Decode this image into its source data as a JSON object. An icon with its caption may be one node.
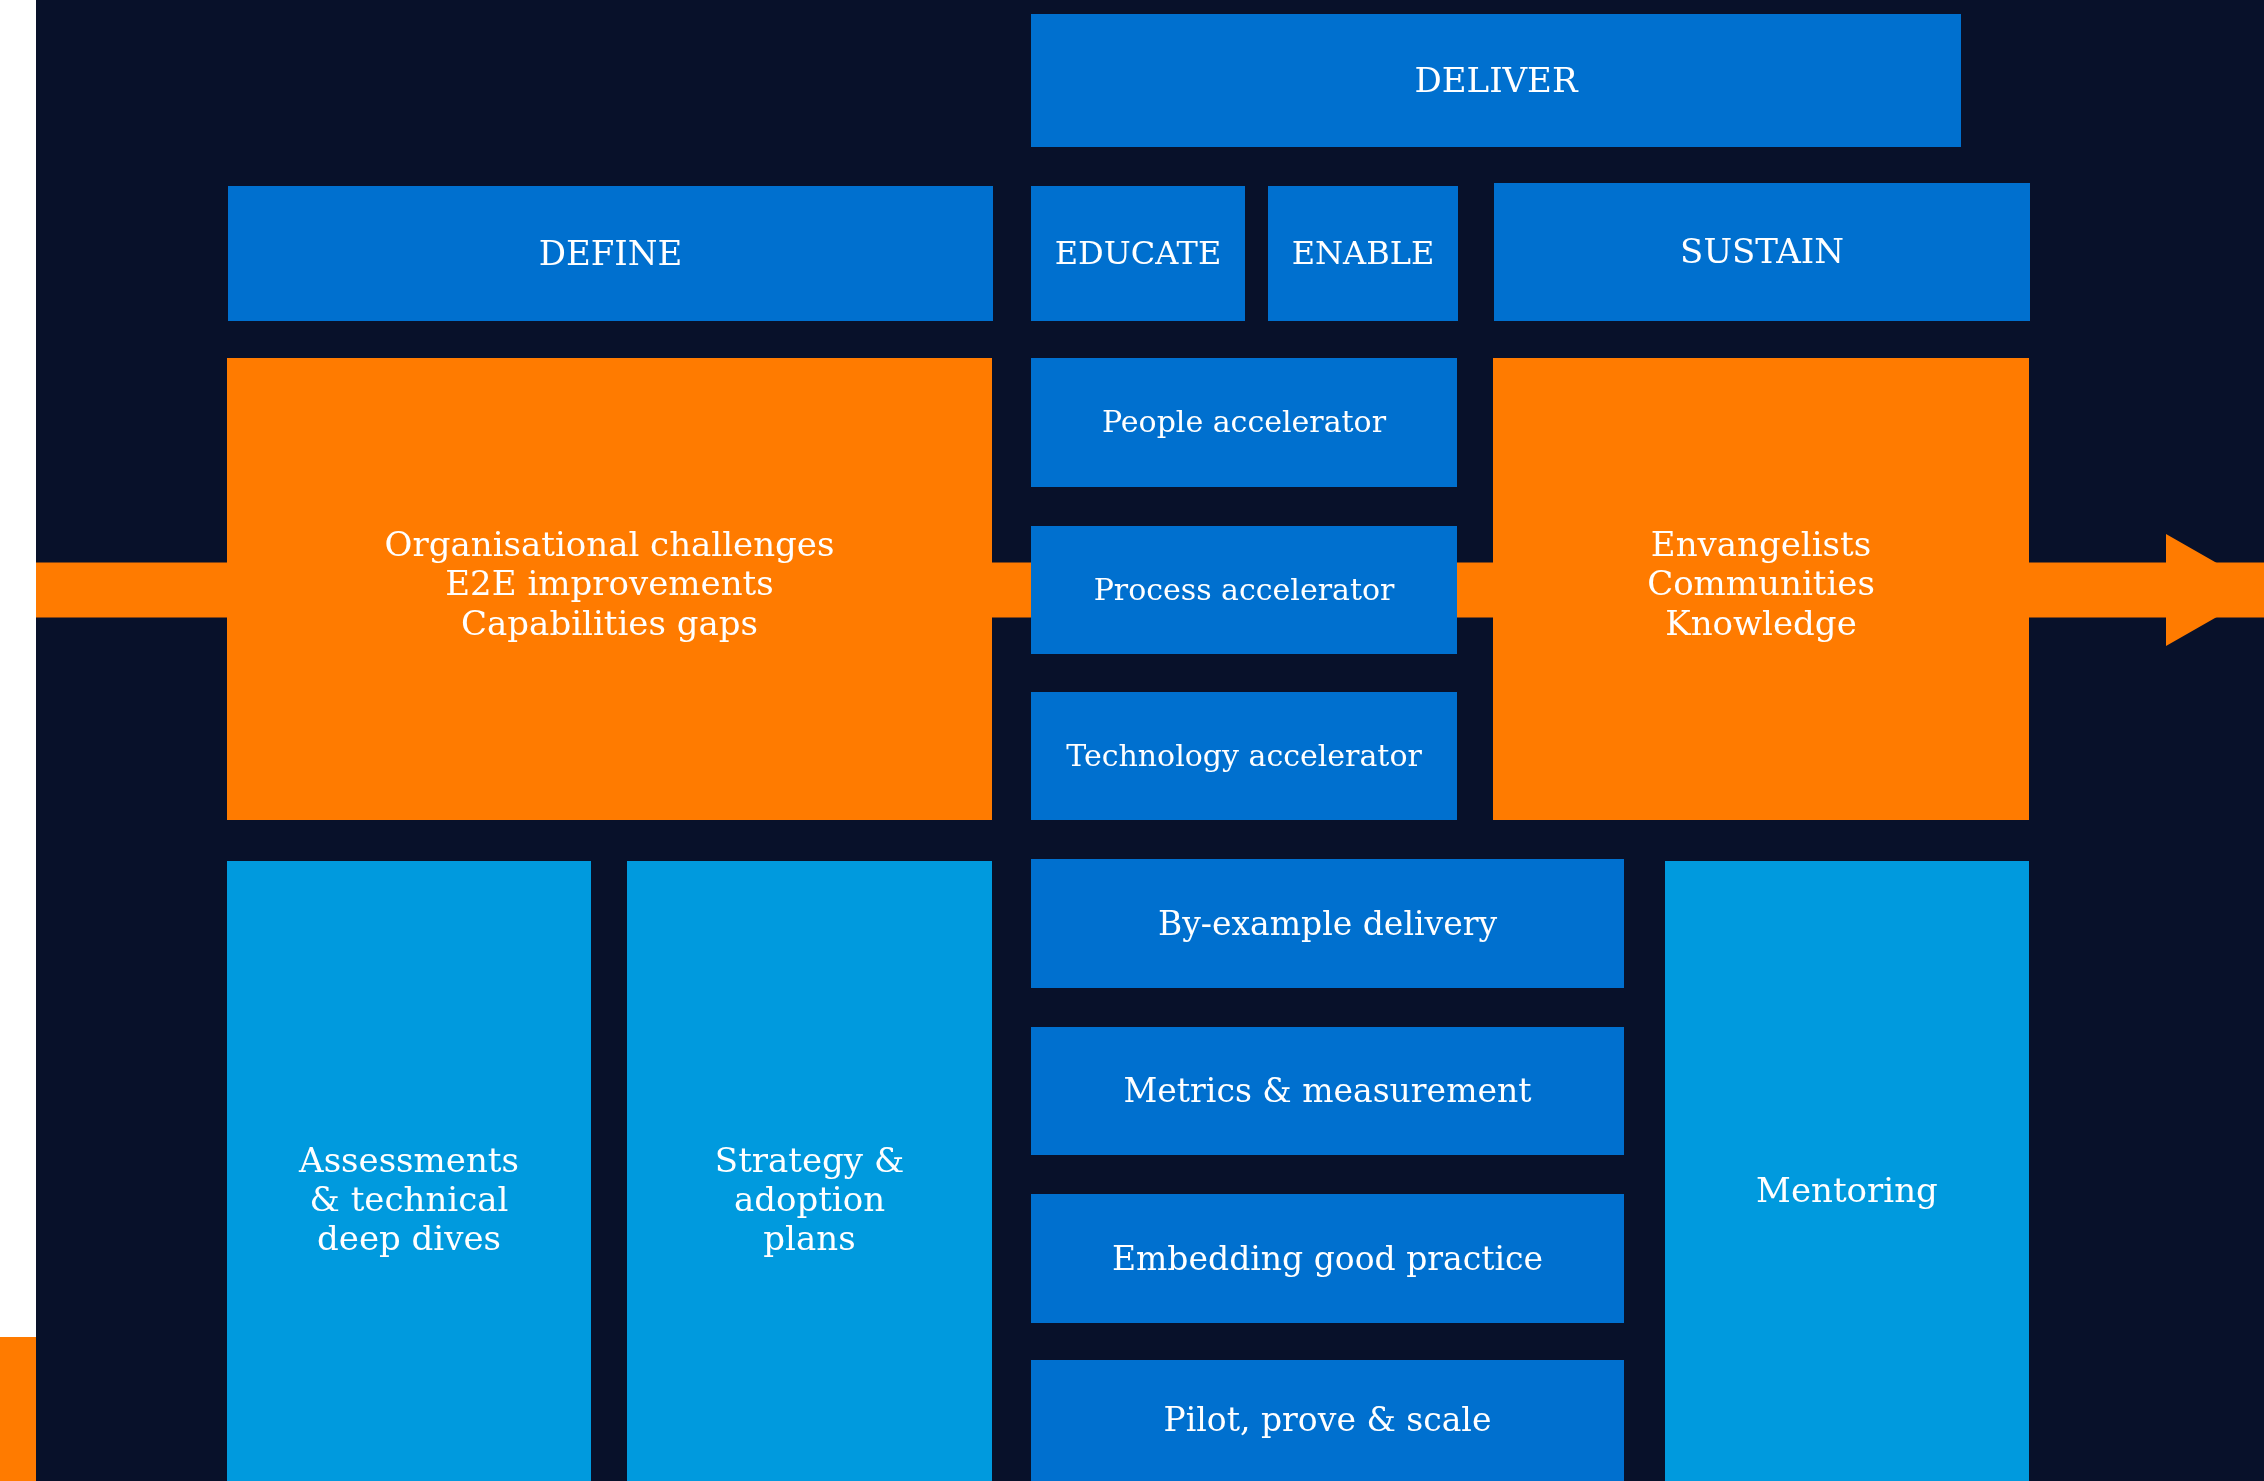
{
  "diagram": {
    "nodes": [
      {
        "text": [
          "DELIVER"
        ]
      },
      {
        "text": [
          "DEFINE"
        ]
      },
      {
        "text": [
          "EDUCATE"
        ]
      },
      {
        "text": [
          "ENABLE"
        ]
      },
      {
        "text": [
          "SUSTAIN"
        ]
      },
      {
        "text": [
          "Organisational challenges",
          "E2E improvements",
          "Capabilities gaps"
        ]
      },
      {
        "text": [
          "People accelerator"
        ]
      },
      {
        "text": [
          "Process accelerator"
        ]
      },
      {
        "text": [
          "Technology accelerator"
        ]
      },
      {
        "text": [
          "Envangelists",
          "Communities",
          "Knowledge"
        ]
      },
      {
        "text": [
          "Assessments & technical deep dives"
        ]
      },
      {
        "text": [
          "Strategy & adoption plans"
        ]
      },
      {
        "text": [
          "By-example delivery"
        ]
      },
      {
        "text": [
          "Metrics & measurement"
        ]
      },
      {
        "text": [
          "Embedding good practice"
        ]
      },
      {
        "text": [
          "Pilot, prove & scale"
        ]
      },
      {
        "text": [
          "Mentoring"
        ]
      }
    ],
    "edges": [
      {
        "from": null,
        "to": 5,
        "arrow": "none"
      },
      {
        "from": 5,
        "to": 7,
        "arrow": "none"
      },
      {
        "from": 7,
        "to": 9,
        "arrow": "none"
      },
      {
        "from": 9,
        "to": null,
        "arrow": "to"
      }
    ]
  }
}
